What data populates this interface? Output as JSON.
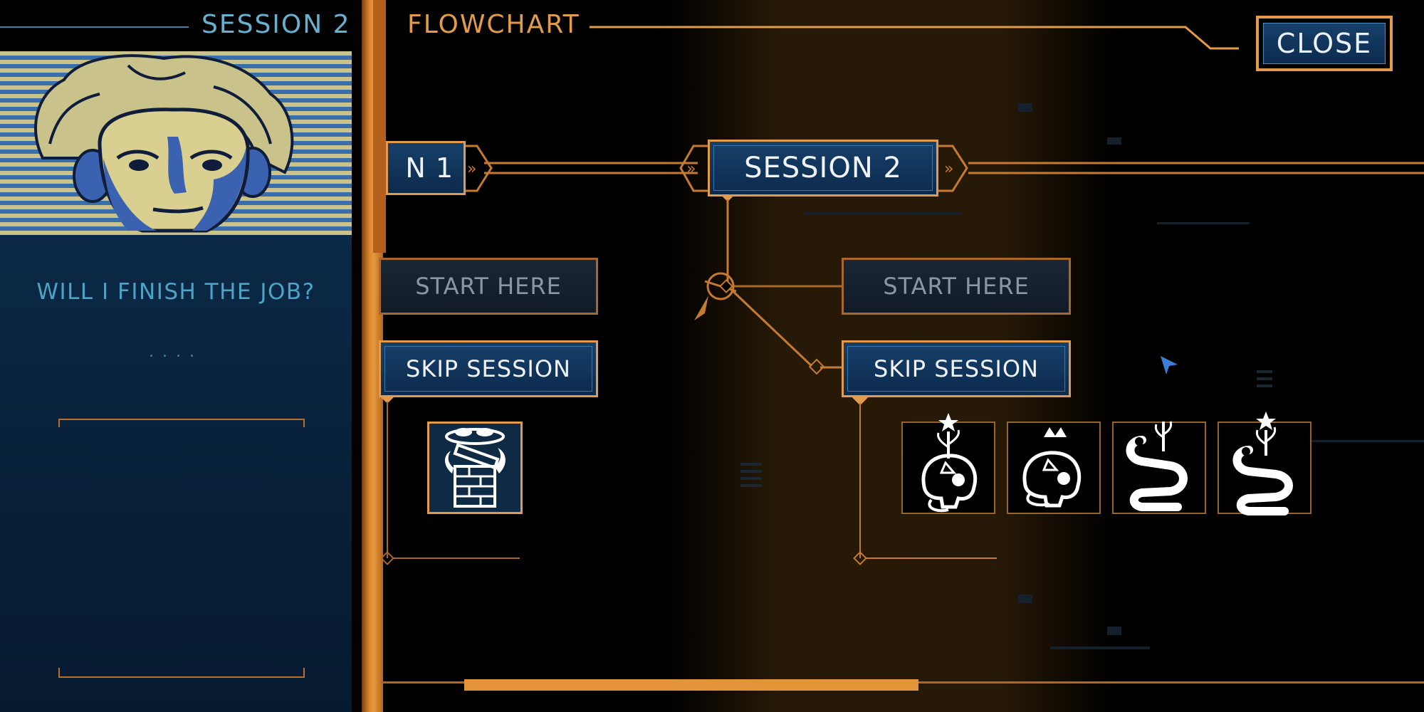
{
  "sidebar": {
    "session_label": "SESSION 2",
    "question": "WILL I FINISH THE JOB?",
    "dots": "....",
    "answer_text": ""
  },
  "flowchart": {
    "title": "FLOWCHART",
    "close_label": "CLOSE",
    "prev_session_label": "N 1",
    "current_session_label": "SESSION 2",
    "left_branch": {
      "start_label": "START HERE",
      "skip_label": "SKIP SESSION"
    },
    "right_branch": {
      "start_label": "START HERE",
      "skip_label": "SKIP SESSION"
    },
    "left_outcomes": [
      {
        "icon": "burning-chimney-icon"
      }
    ],
    "right_outcomes": [
      {
        "icon": "skull-flower-icon"
      },
      {
        "icon": "skull-crown-icon"
      },
      {
        "icon": "snake-skull-icon"
      },
      {
        "icon": "snake-skull-flower-icon"
      }
    ]
  },
  "colors": {
    "accent_orange": "#e29b4c",
    "panel_blue": "#0b2a48",
    "text_blue": "#67b1cf",
    "node_blue": "#17406a"
  }
}
